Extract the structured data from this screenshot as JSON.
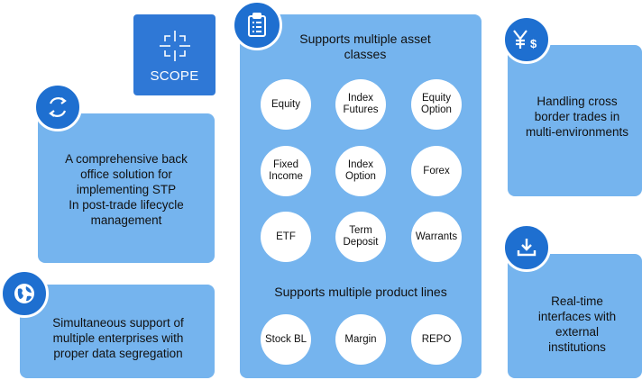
{
  "scope": {
    "label": "SCOPE",
    "icon": "crosshair-icon"
  },
  "cards": {
    "back_office": {
      "lines": [
        "A comprehensive back",
        "office solution for",
        "implementing STP",
        "In post-trade lifecycle",
        "management"
      ],
      "icon": "refresh-cycle-icon"
    },
    "multi_enterprise": {
      "lines": [
        "Simultaneous support of",
        "multiple enterprises with",
        "proper data segregation"
      ],
      "icon": "globe-icon"
    },
    "cross_border": {
      "lines": [
        "Handling cross",
        "border trades in",
        "multi-environments"
      ],
      "icon": "yen-dollar-icon"
    },
    "realtime": {
      "lines": [
        "Real-time",
        "interfaces with",
        "external",
        "institutions"
      ],
      "icon": "download-icon"
    }
  },
  "center": {
    "icon": "clipboard-list-icon",
    "asset_title_lines": [
      "Supports multiple asset",
      "classes"
    ],
    "assets": [
      [
        "Equity"
      ],
      [
        "Index",
        "Futures"
      ],
      [
        "Equity",
        "Option"
      ],
      [
        "Fixed",
        "Income"
      ],
      [
        "Index",
        "Option"
      ],
      [
        "Forex"
      ],
      [
        "ETF"
      ],
      [
        "Term",
        "Deposit"
      ],
      [
        "Warrants"
      ]
    ],
    "product_title": "Supports multiple product lines",
    "products": [
      [
        "Stock BL"
      ],
      [
        "Margin"
      ],
      [
        "REPO"
      ]
    ]
  },
  "colors": {
    "card": "#75b4ee",
    "icon": "#1e6fd0",
    "scope": "#2f78d6"
  }
}
